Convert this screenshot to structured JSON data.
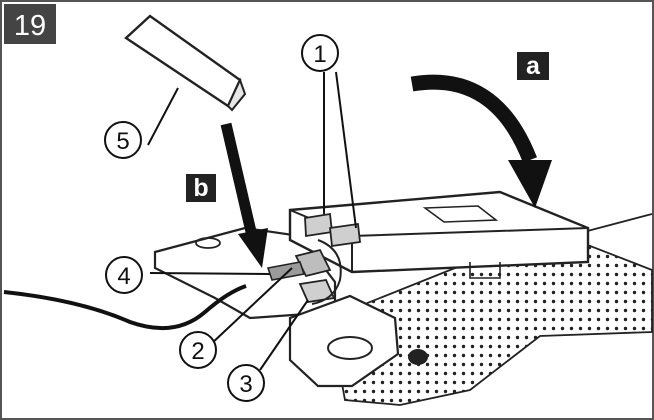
{
  "figure": {
    "number": "19",
    "step_labels": {
      "a": "a",
      "b": "b"
    },
    "callouts": [
      "1",
      "2",
      "3",
      "4",
      "5"
    ]
  }
}
